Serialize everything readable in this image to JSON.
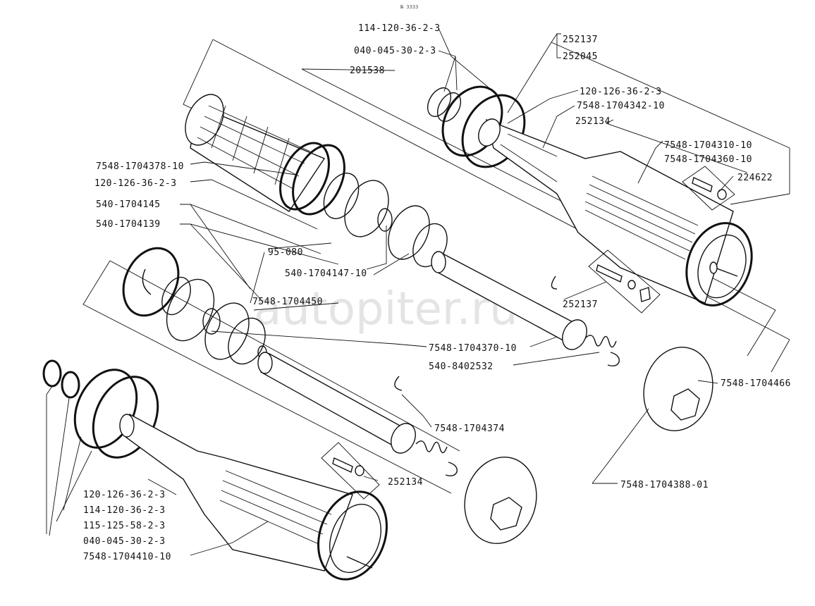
{
  "header": {
    "corner_mark": "№ 3333"
  },
  "watermark": "autopiter.ru",
  "labels": {
    "p114_120_top": "114-120-36-2-3",
    "p040_045_top": "040-045-30-2-3",
    "p201538": "201538",
    "p252137_a": "252137",
    "p252045": "252045",
    "p120_126_right": "120-126-36-2-3",
    "p7548_342": "7548-1704342-10",
    "p252134_top": "252134",
    "p7548_310": "7548-1704310-10",
    "p7548_360": "7548-1704360-10",
    "p224622": "224622",
    "p7548_378": "7548-1704378-10",
    "p120_126_left": "120-126-36-2-3",
    "p540_145": "540-1704145",
    "p540_139": "540-1704139",
    "p95_080": "95-080",
    "p540_147": "540-1704147-10",
    "p7548_450": "7548-1704450",
    "p252137_b": "252137",
    "p7548_370": "7548-1704370-10",
    "p540_8402532": "540-8402532",
    "p7548_466": "7548-1704466",
    "p7548_374": "7548-1704374",
    "p252134_bottom": "252134",
    "p7548_388": "7548-1704388-01",
    "p120_126_bottom": "120-126-36-2-3",
    "p114_120_bottom": "114-120-36-2-3",
    "p115_125": "115-125-58-2-3",
    "p040_045_bottom": "040-045-30-2-3",
    "p7548_410": "7548-1704410-10"
  }
}
